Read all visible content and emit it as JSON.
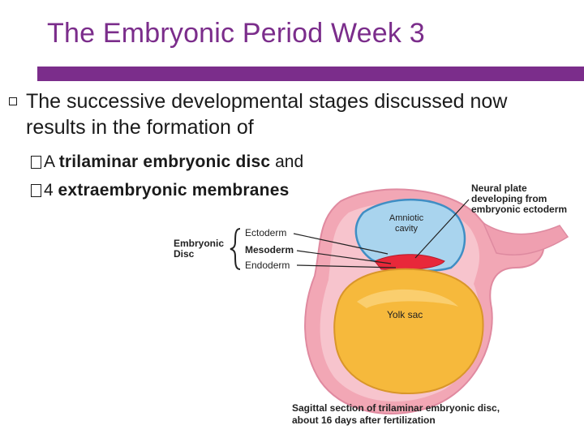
{
  "slide": {
    "title": "The Embryonic Period Week 3",
    "main_bullet": "The successive developmental stages discussed now results in the formation of",
    "sub_bullets": [
      {
        "prefix": "A",
        "bold": "trilaminar embryonic disc",
        "suffix": " and"
      },
      {
        "prefix": "4",
        "bold": "extraembryonic membranes",
        "suffix": ""
      }
    ]
  },
  "figure": {
    "labels": {
      "neural_plate": "Neural plate developing from embryonic ectoderm",
      "amniotic_cavity": "Amniotic cavity",
      "embryonic_disc": "Embryonic Disc",
      "ectoderm": "Ectoderm",
      "mesoderm": "Mesoderm",
      "endoderm": "Endoderm",
      "yolk_sac": "Yolk sac",
      "caption": "Sagittal section of trilaminar embryonic disc, about 16 days after fertilization"
    },
    "colors": {
      "amnion": "#a9d4ee",
      "amnion_outline": "#3f8ec4",
      "yolk": "#f6b93c",
      "outer_tissue": "#f2a7b5",
      "mesoderm": "#e8283a"
    }
  }
}
